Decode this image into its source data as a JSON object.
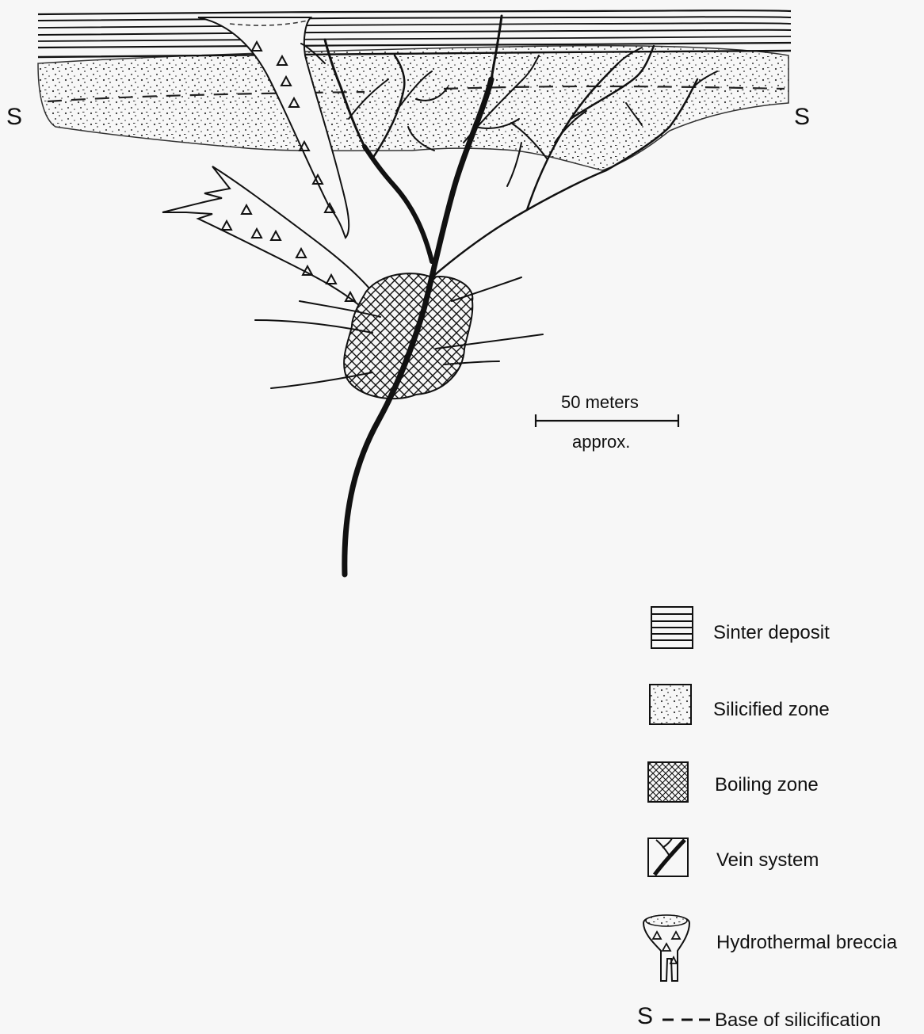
{
  "section_labels": {
    "left": "S",
    "right": "S"
  },
  "scale_bar": {
    "value_label": "50 meters",
    "note": "approx."
  },
  "legend": [
    {
      "key": "sinter",
      "icon": "horizontal-lines-icon",
      "label": "Sinter deposit"
    },
    {
      "key": "silicified",
      "icon": "stipple-icon",
      "label": "Silicified zone"
    },
    {
      "key": "boiling",
      "icon": "crosshatch-icon",
      "label": "Boiling zone"
    },
    {
      "key": "vein",
      "icon": "branching-vein-icon",
      "label": "Vein system"
    },
    {
      "key": "breccia",
      "icon": "funnel-triangles-icon",
      "label": "Hydrothermal breccia"
    }
  ],
  "silicification_base": {
    "symbol": "S",
    "label": "Base of silicification"
  }
}
